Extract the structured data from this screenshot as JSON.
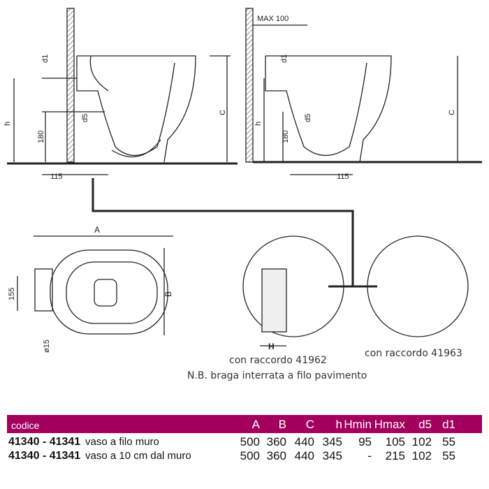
{
  "drawing": {
    "side_view_1": {
      "d1": "d1",
      "h": "h",
      "h180": "180",
      "d5": "d5",
      "C": "C",
      "offset": "115"
    },
    "side_view_2": {
      "max": "MAX 100",
      "d1": "d1",
      "h": "h",
      "h180": "180",
      "d5": "d5",
      "C": "C",
      "offset": "115"
    },
    "top_view": {
      "A": "A",
      "B": "B",
      "dim155": "155",
      "hole": "ø15"
    },
    "detail_H": "H"
  },
  "captions": {
    "c1": "con raccordo 41962",
    "c2": "con raccordo 41963",
    "note": "N.B. braga interrata a filo pavimento"
  },
  "table": {
    "header": [
      "codice",
      "A",
      "B",
      "C",
      "h",
      "Hmin",
      "Hmax",
      "d5",
      "d1"
    ],
    "rows": [
      {
        "code": "41340 - 41341",
        "desc": "vaso a filo muro",
        "values": [
          "500",
          "360",
          "440",
          "345",
          "95",
          "105",
          "102",
          "55"
        ]
      },
      {
        "code": "41340 - 41341",
        "desc": "vaso a 10 cm dal muro",
        "values": [
          "500",
          "360",
          "440",
          "345",
          "-",
          "215",
          "102",
          "55"
        ]
      }
    ],
    "accent": "#a3005e"
  }
}
